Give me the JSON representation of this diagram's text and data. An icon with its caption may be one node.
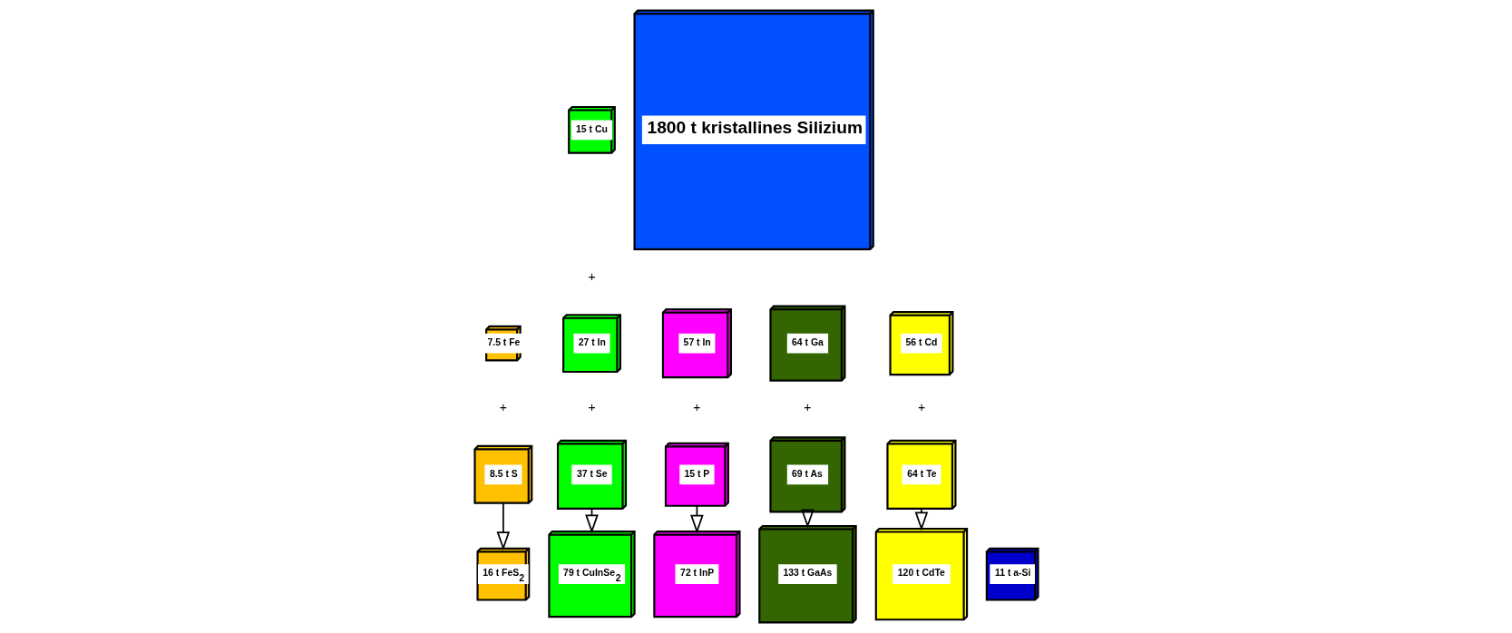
{
  "diagram": {
    "nodes": [
      {
        "text": [
          "15 t Cu"
        ]
      },
      {
        "text": [
          "7.5 t Fe"
        ]
      },
      {
        "text": [
          "27 t In"
        ]
      },
      {
        "text": [
          "57 t In"
        ]
      },
      {
        "text": [
          "64 t Ga"
        ]
      },
      {
        "text": [
          "56 t Cd"
        ]
      },
      {
        "text": [
          "8.5 t S"
        ]
      },
      {
        "text": [
          "37 t Se"
        ]
      },
      {
        "text": [
          "1800 t kristallines Silizium"
        ]
      },
      {
        "text": [
          "15 t P"
        ]
      },
      {
        "text": [
          "69 t As"
        ]
      },
      {
        "text": [
          "64 t Te"
        ]
      },
      {
        "text": [
          "16 t FeS$_{2}$"
        ]
      },
      {
        "text": [
          "79 t CuInSe$_{2}$"
        ]
      },
      {
        "text": [
          "72 t InP"
        ]
      },
      {
        "text": [
          "133 t GaAs"
        ]
      },
      {
        "text": [
          "120 t CdTe"
        ]
      },
      {
        "text": [
          "11 t a-Si"
        ]
      }
    ],
    "edges": [
      {
        "from": 6,
        "to": 12,
        "arrow": "to"
      },
      {
        "from": 7,
        "to": 13,
        "arrow": "to"
      },
      {
        "from": 9,
        "to": 14,
        "arrow": "to"
      },
      {
        "from": 10,
        "to": 15,
        "arrow": "to"
      },
      {
        "from": 11,
        "to": 16,
        "arrow": "to"
      }
    ],
    "labels": [
      "+",
      "+",
      "+",
      "+",
      "+",
      "+"
    ]
  }
}
